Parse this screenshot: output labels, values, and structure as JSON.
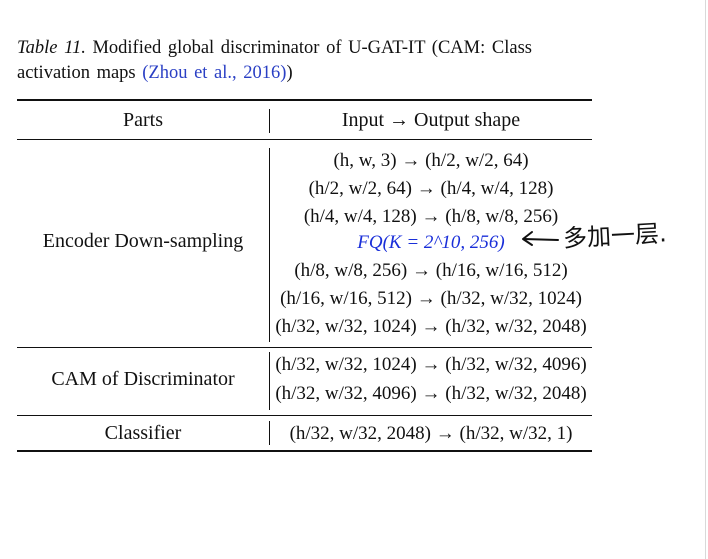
{
  "caption": {
    "label": "Table 11.",
    "text": " Modified global discriminator of U-GAT-IT (CAM: Class activation maps ",
    "citation": "(Zhou et al., 2016)",
    "tail": ")"
  },
  "table": {
    "headers": [
      "Parts",
      "Input → Output shape"
    ],
    "sections": [
      {
        "label": "Encoder Down-sampling",
        "rows": [
          "(h, w, 3) → (h/2, w/2, 64)",
          "(h/2, w/2, 64) → (h/4, w/4, 128)",
          "(h/4, w/4, 128) → (h/8, w/8, 256)",
          "FQ(K = 2^10, 256)",
          "(h/8, w/8, 256) → (h/16, w/16, 512)",
          "(h/16, w/16, 512) → (h/32, w/32, 1024)",
          "(h/32, w/32, 1024) → (h/32, w/32, 2048)"
        ]
      },
      {
        "label": "CAM of Discriminator",
        "rows": [
          "(h/32, w/32, 1024) → (h/32, w/32, 4096)",
          "(h/32, w/32, 4096) → (h/32, w/32, 2048)"
        ]
      },
      {
        "label": "Classifier",
        "rows": [
          "(h/32, w/32, 2048) → (h/32, w/32, 1)"
        ]
      }
    ]
  },
  "annotation": {
    "text": "多加一层.",
    "color": "#111111"
  },
  "colors": {
    "citation": "#2a3fc4",
    "added_row": "#1a2fd9"
  }
}
